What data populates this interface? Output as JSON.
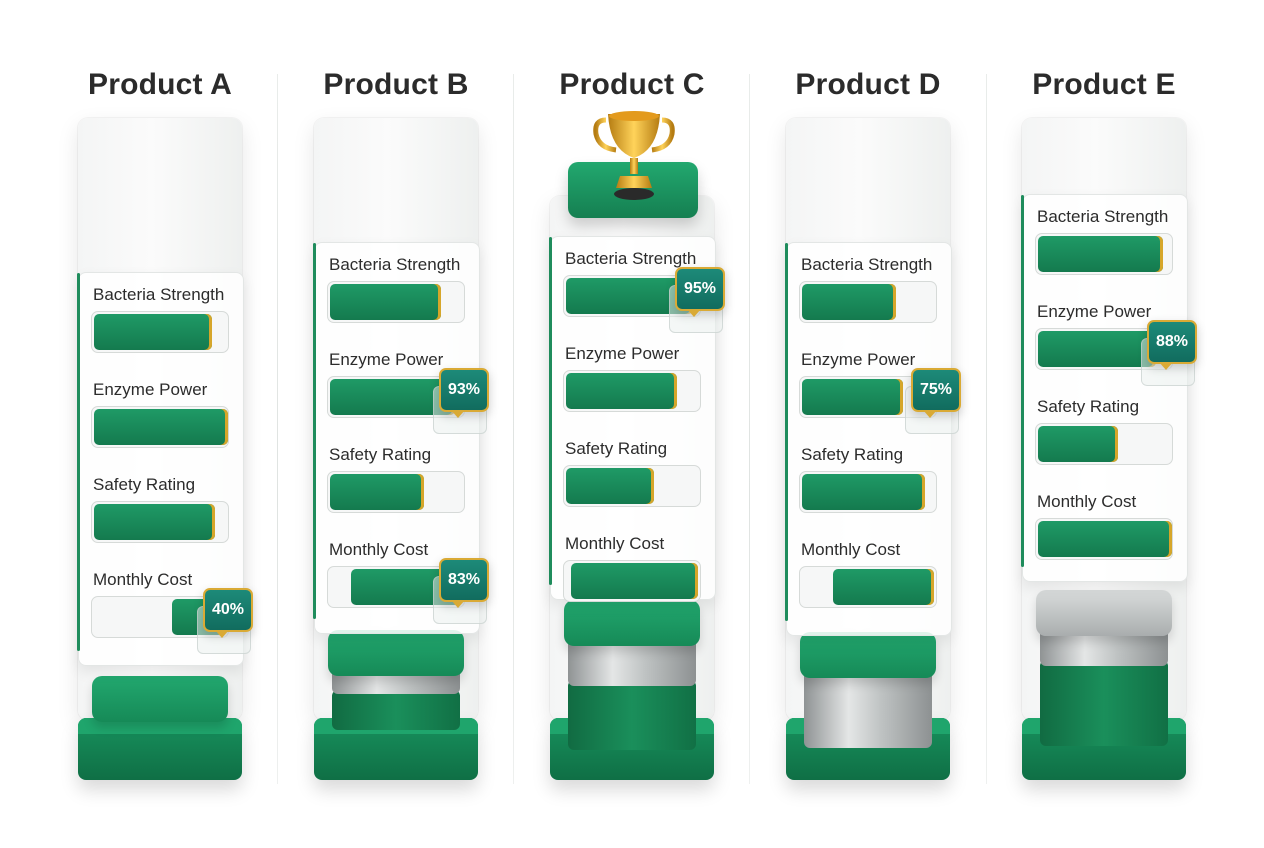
{
  "chart_data": {
    "type": "bar",
    "categories": [
      "Product A",
      "Product B",
      "Product C",
      "Product D",
      "Product E"
    ],
    "metrics": [
      "Bacteria Strength",
      "Enzyme Power",
      "Safety Rating",
      "Monthly Cost"
    ],
    "products": [
      {
        "name": "Product A",
        "values": {
          "Bacteria Strength": 88,
          "Enzyme Power": 100,
          "Safety Rating": 90,
          "Monthly Cost": 40
        },
        "callout": {
          "metric": "Monthly Cost",
          "label": "40%"
        },
        "winner": false
      },
      {
        "name": "Product B",
        "values": {
          "Bacteria Strength": 83,
          "Enzyme Power": 93,
          "Safety Rating": 70,
          "Monthly Cost": 83
        },
        "callout_list": [
          {
            "metric": "Enzyme Power",
            "label": "93%"
          },
          {
            "metric": "Monthly Cost",
            "label": "83%"
          }
        ],
        "winner": false
      },
      {
        "name": "Product C",
        "values": {
          "Bacteria Strength": 95,
          "Enzyme Power": 83,
          "Safety Rating": 66,
          "Monthly Cost": 95
        },
        "callout": {
          "metric": "Bacteria Strength",
          "label": "95%"
        },
        "winner": true
      },
      {
        "name": "Product D",
        "values": {
          "Bacteria Strength": 70,
          "Enzyme Power": 75,
          "Safety Rating": 92,
          "Monthly Cost": 75
        },
        "callout": {
          "metric": "Enzyme Power",
          "label": "75%"
        },
        "winner": false
      },
      {
        "name": "Product E",
        "values": {
          "Bacteria Strength": 93,
          "Enzyme Power": 88,
          "Safety Rating": 60,
          "Monthly Cost": 100
        },
        "callout": {
          "metric": "Enzyme Power",
          "label": "88%"
        },
        "winner": false
      }
    ],
    "grid": false,
    "legend": "none",
    "colors": {
      "bar": "#147a4e",
      "accent": "#d6a62a",
      "badge": "#116c5e"
    }
  }
}
